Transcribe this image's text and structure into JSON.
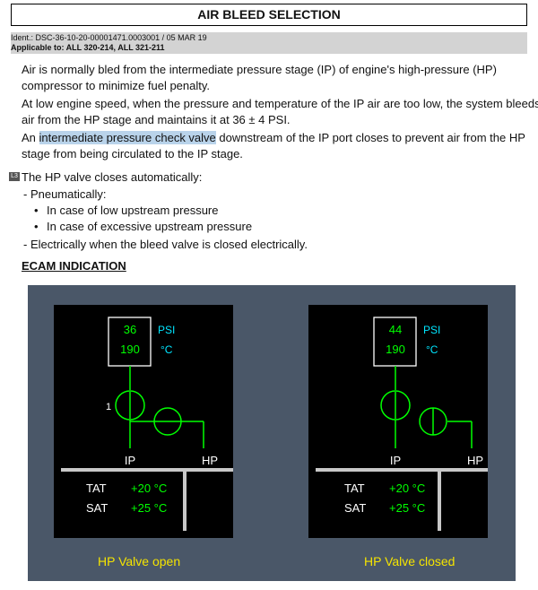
{
  "header": {
    "title": "AIR BLEED SELECTION",
    "ident": "Ident.: DSC-36-10-20-00001471.0003001 / 05 MAR 19",
    "applicable": "Applicable to: ALL 320-214, ALL 321-211"
  },
  "body": {
    "p1": "Air is normally bled from the intermediate pressure stage (IP) of engine's high-pressure (HP)",
    "p2": "compressor to minimize fuel penalty.",
    "p3": "At low engine speed, when the pressure and temperature of the IP air are too low, the system bleeds",
    "p4": "air from the HP stage and maintains it at 36 ± 4 PSI.",
    "p5_pre": "An ",
    "p5_hl": "intermediate pressure check valve",
    "p5_post": " downstream of the IP port closes to prevent air from the HP",
    "p6": "stage from being circulated to the IP stage.",
    "level_tag": "L3",
    "hp_intro": "The HP valve closes automatically:",
    "b1": "-  Pneumatically:",
    "b1a": "In case of low upstream pressure",
    "b1b": "In case of excessive upstream pressure",
    "b2": "-  Electrically when the bleed valve is closed electrically."
  },
  "section": {
    "ecam_title": "ECAM INDICATION"
  },
  "ecam": {
    "psi_unit": "PSI",
    "temp_unit": "°C",
    "engine_num": "1",
    "ip_label": "IP",
    "hp_label": "HP",
    "tat_label": "TAT",
    "sat_label": "SAT",
    "tat_value": "+20 °C",
    "sat_value": "+25 °C",
    "left": {
      "pressure": "36",
      "temperature": "190",
      "caption": "HP Valve open"
    },
    "right": {
      "pressure": "44",
      "temperature": "190",
      "caption": "HP Valve closed"
    }
  },
  "colors": {
    "ecam_green": "#00ff00",
    "ecam_cyan": "#00e5ff",
    "caption_yellow": "#f5e400",
    "panel_bg": "#4a5768"
  }
}
